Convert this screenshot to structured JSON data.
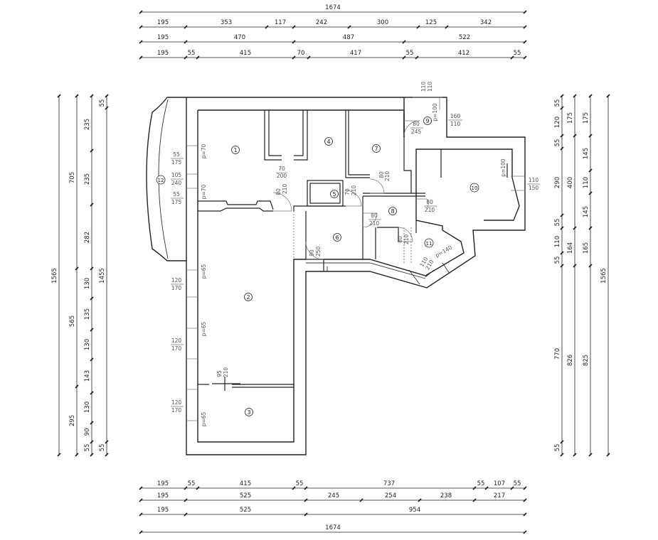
{
  "plan": {
    "top_dims": {
      "row1": [
        "1674"
      ],
      "row2": [
        "195",
        "353",
        "117",
        "242",
        "300",
        "125",
        "342"
      ],
      "row3": [
        "195",
        "470",
        "487",
        "522"
      ],
      "row4": [
        "195",
        "55",
        "415",
        "70",
        "417",
        "55",
        "412",
        "55"
      ]
    },
    "bottom_dims": {
      "row1": [
        "195",
        "55",
        "415",
        "55",
        "737",
        "55",
        "107",
        "55"
      ],
      "row2": [
        "195",
        "525",
        "245",
        "254",
        "238",
        "217"
      ],
      "row3": [
        "195",
        "525",
        "954"
      ],
      "row4": [
        "1674"
      ]
    },
    "left_dims": {
      "outer": "1565",
      "col2": [
        "705",
        "565",
        "295"
      ],
      "col3": [
        "235",
        "235",
        "282",
        "130",
        "135",
        "130",
        "143",
        "130",
        "90",
        "55"
      ],
      "col4": [
        "55",
        "1455",
        "55"
      ]
    },
    "right_dims": {
      "col1": [
        "55",
        "120",
        "55",
        "290",
        "55",
        "110",
        "55",
        "770",
        "55"
      ],
      "col2": [
        "175",
        "400",
        "164",
        "826"
      ],
      "col3": [
        "175",
        "145",
        "110",
        "145",
        "165",
        "825"
      ],
      "outer": "1565"
    },
    "rooms": [
      "1",
      "2",
      "3",
      "4",
      "5",
      "6",
      "7",
      "8",
      "9",
      "10",
      "11",
      "12"
    ],
    "annotations": {
      "w1a": "55",
      "w1b": "175",
      "w2a": "105",
      "w2b": "240",
      "w3a": "55",
      "w3b": "175",
      "w4a": "120",
      "w4b": "170",
      "w5a": "120",
      "w5b": "170",
      "w6a": "120",
      "w6b": "170",
      "p1": "p=70",
      "p2": "p=70",
      "p3": "p=65",
      "p4": "p=65",
      "p5": "p=65",
      "d1a": "70",
      "d1b": "200",
      "d2a": "80",
      "d2b": "210",
      "d3a": "70",
      "d3b": "210",
      "d4a": "80",
      "d4b": "210",
      "d5a": "80",
      "d5b": "210",
      "d6a": "80",
      "d6b": "210",
      "d7a": "90",
      "d7b": "250",
      "d8a": "80",
      "d8b": "210",
      "d9a": "95",
      "d9b": "210",
      "d10a": "80",
      "d10b": "245",
      "d11a": "110",
      "d11b": "210",
      "w9a": "110",
      "w9b": "110",
      "p9": "p=100",
      "w10a": "160",
      "w10b": "110",
      "p10": "p=100",
      "w11a": "110",
      "w11b": "150",
      "p11": "p=140"
    }
  }
}
